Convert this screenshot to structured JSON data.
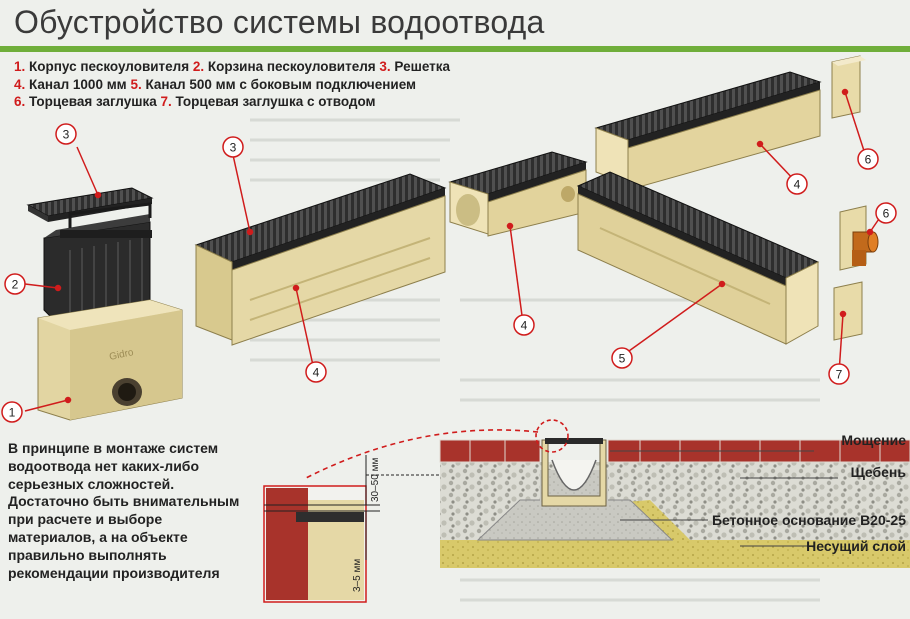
{
  "title": "Обустройство системы водоотвода",
  "legend": {
    "line1": [
      {
        "num": "1.",
        "text": " Корпус пескоуловителя "
      },
      {
        "num": "2.",
        "text": " Корзина пескоуловителя "
      },
      {
        "num": "3.",
        "text": " Решетка"
      }
    ],
    "line2": [
      {
        "num": "4.",
        "text": " Канал 1000 мм "
      },
      {
        "num": "5.",
        "text": " Канал 500 мм с боковым подключением"
      }
    ],
    "line3": [
      {
        "num": "6.",
        "text": " Торцевая заглушка "
      },
      {
        "num": "7.",
        "text": " Торцевая заглушка с отводом"
      }
    ]
  },
  "callouts": [
    "1",
    "2",
    "3",
    "3",
    "4",
    "4",
    "4",
    "5",
    "6",
    "6",
    "7"
  ],
  "note": "В принципе в монтаже систем водоотвода нет каких-либо серьезных сложностей. Достаточно быть внимательным при расчете и выборе материалов, а на объекте правильно выполнять рекомендации производителя",
  "section_labels": {
    "paving": "Мощение",
    "gravel": "Щебень",
    "concrete": "Бетонное основание В20-25",
    "base": "Несущий слой"
  },
  "dimensions": {
    "gap": "30–50 мм",
    "offset": "3–5 мм"
  },
  "product_mark": "Gidro",
  "colors": {
    "accent": "#6fae3a",
    "callout": "#d01c1c",
    "concrete": "#e4d7a6",
    "grate": "#2a2a2a",
    "brick": "#a8332b"
  }
}
